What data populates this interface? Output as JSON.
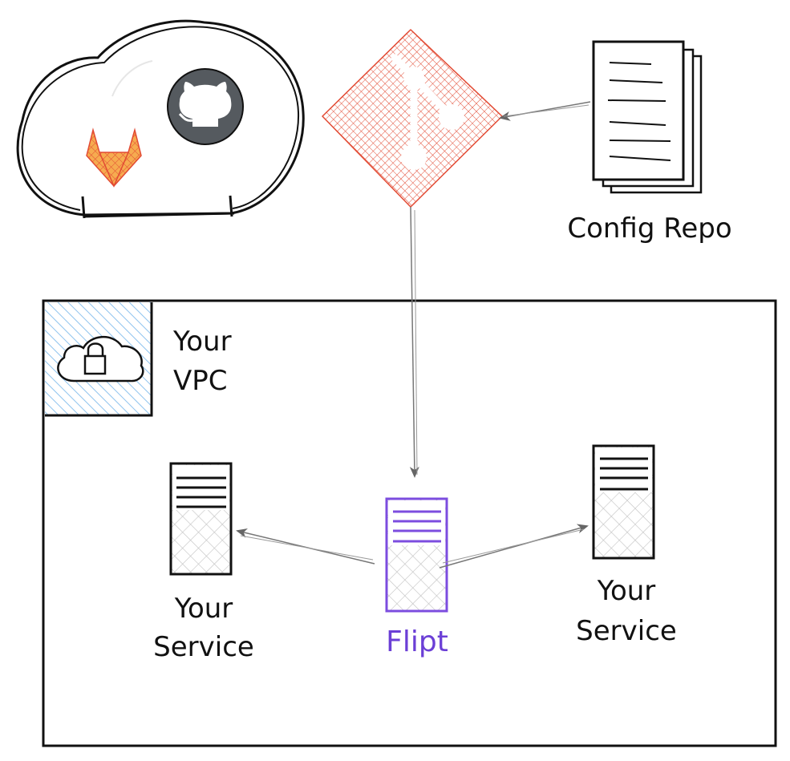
{
  "nodes": {
    "git_hosts": {
      "icons": [
        "github-icon",
        "gitlab-icon"
      ]
    },
    "git": {
      "icon": "git-icon"
    },
    "config_repo": {
      "label": "Config Repo",
      "icon": "documents-icon"
    },
    "vpc": {
      "label_line1": "Your",
      "label_line2": "VPC",
      "icon": "cloud-lock-icon"
    },
    "flipt": {
      "label": "Flipt",
      "icon": "server-icon"
    },
    "service_left": {
      "label_line1": "Your",
      "label_line2": "Service",
      "icon": "server-icon"
    },
    "service_right": {
      "label_line1": "Your",
      "label_line2": "Service",
      "icon": "server-icon"
    }
  },
  "edges": [
    {
      "from": "config_repo",
      "to": "git"
    },
    {
      "from": "git",
      "to": "flipt"
    },
    {
      "from": "flipt",
      "to": "service_left"
    },
    {
      "from": "flipt",
      "to": "service_right"
    }
  ],
  "colors": {
    "ink": "#111111",
    "git": "#e24a33",
    "flipt": "#7c4ddf",
    "vpc_hatch": "#8ec3ee",
    "github": "#555a5f",
    "gitlab_orange": "#f5a23c",
    "gitlab_red": "#e24a33",
    "arrow": "#666666",
    "server_hatch": "#c9c9c9"
  }
}
